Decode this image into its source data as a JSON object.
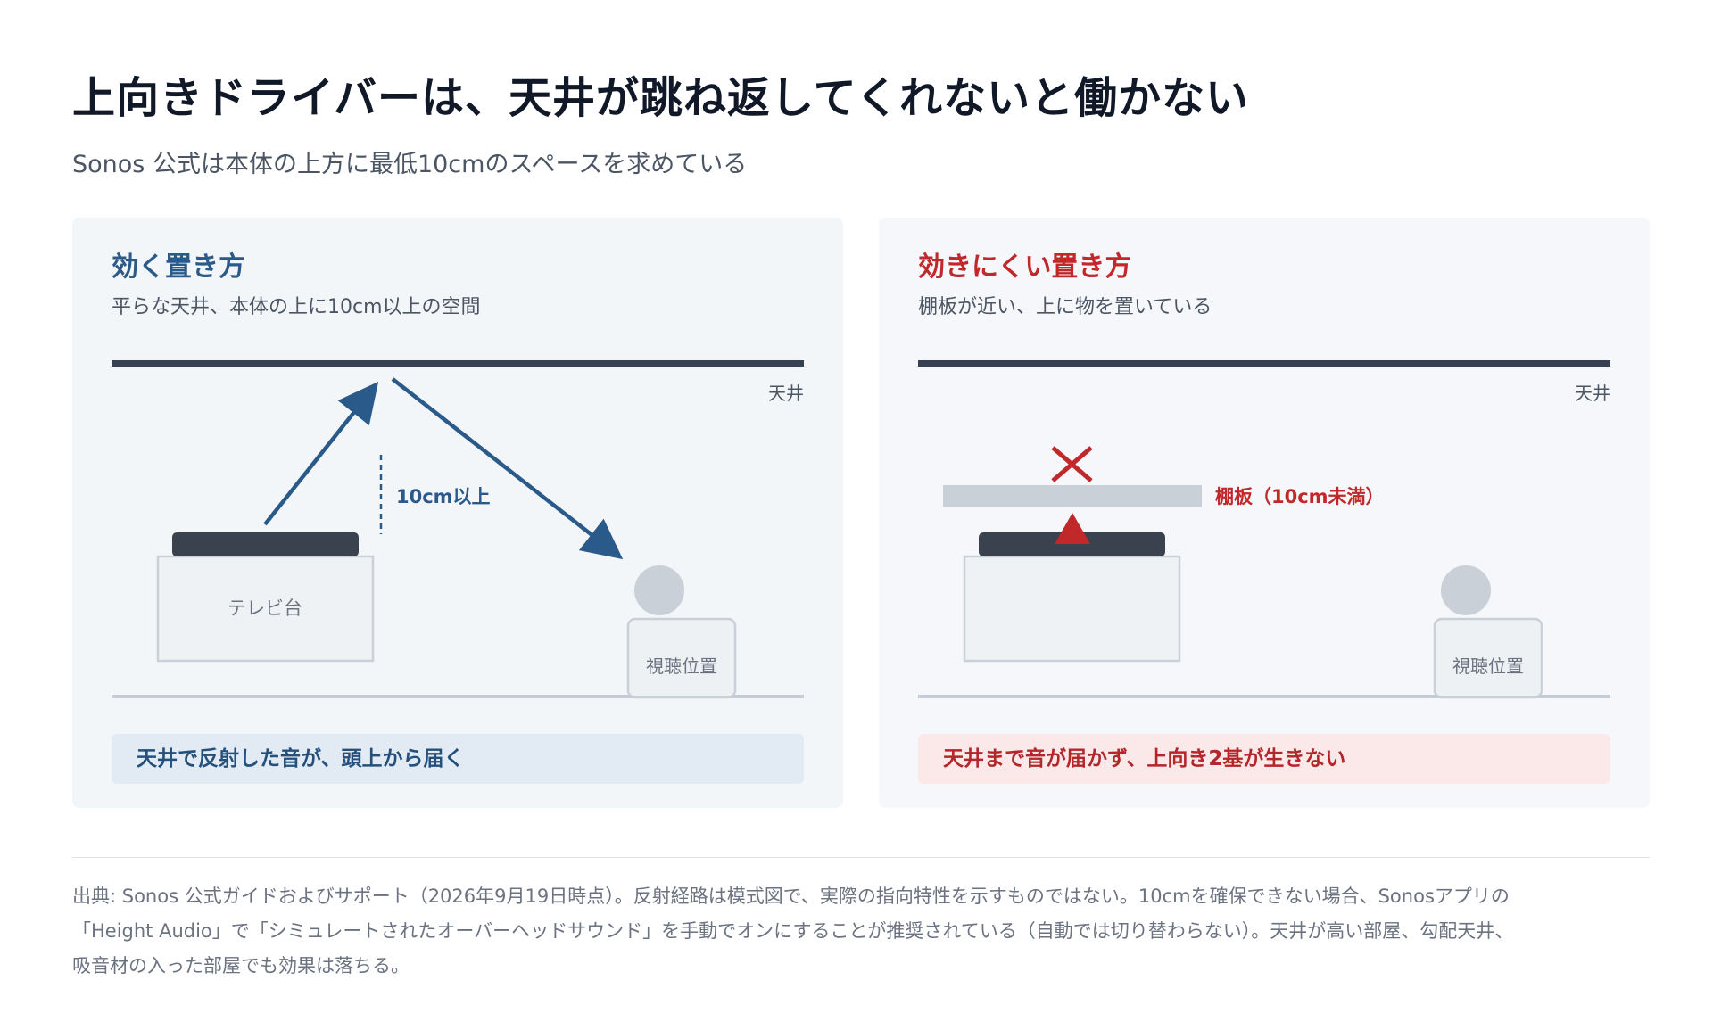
{
  "header": {
    "title": "上向きドライバーは、天井が跳ね返してくれないと働かない",
    "subtitle": "Sonos 公式は本体の上方に最低10cmのスペースを求めている"
  },
  "good_panel": {
    "title": "効く置き方",
    "subtitle": "平らな天井、本体の上に10cm以上の空間",
    "ceiling_label": "天井",
    "height_label": "10cm以上",
    "tv_stand_label": "テレビ台",
    "listener_label": "視聴位置",
    "callout": "天井で反射した音が、頭上から届く"
  },
  "bad_panel": {
    "title": "効きにくい置き方",
    "subtitle": "棚板が近い、上に物を置いている",
    "ceiling_label": "天井",
    "shelf_label": "棚板（10cm未満）",
    "listener_label": "視聴位置",
    "callout": "天井まで音が届かず、上向き2基が生きない"
  },
  "footnote": {
    "line1": "出典: Sonos 公式ガイドおよびサポート（2026年9月19日時点）。反射経路は模式図で、実際の指向特性を示すものではない。10cmを確保できない場合、Sonosアプリの",
    "line2": "「Height Audio」で「シミュレートされたオーバーヘッドサウンド」を手動でオンにすることが推奨されている（自動では切り替わらない）。天井が高い部屋、勾配天井、",
    "line3": "吸音材の入った部屋でも効果は落ちる。"
  },
  "colors": {
    "good_accent": "#2a5a8a",
    "bad_accent": "#c0282a",
    "ceiling": "#374151",
    "floor": "#c5ccd5"
  }
}
